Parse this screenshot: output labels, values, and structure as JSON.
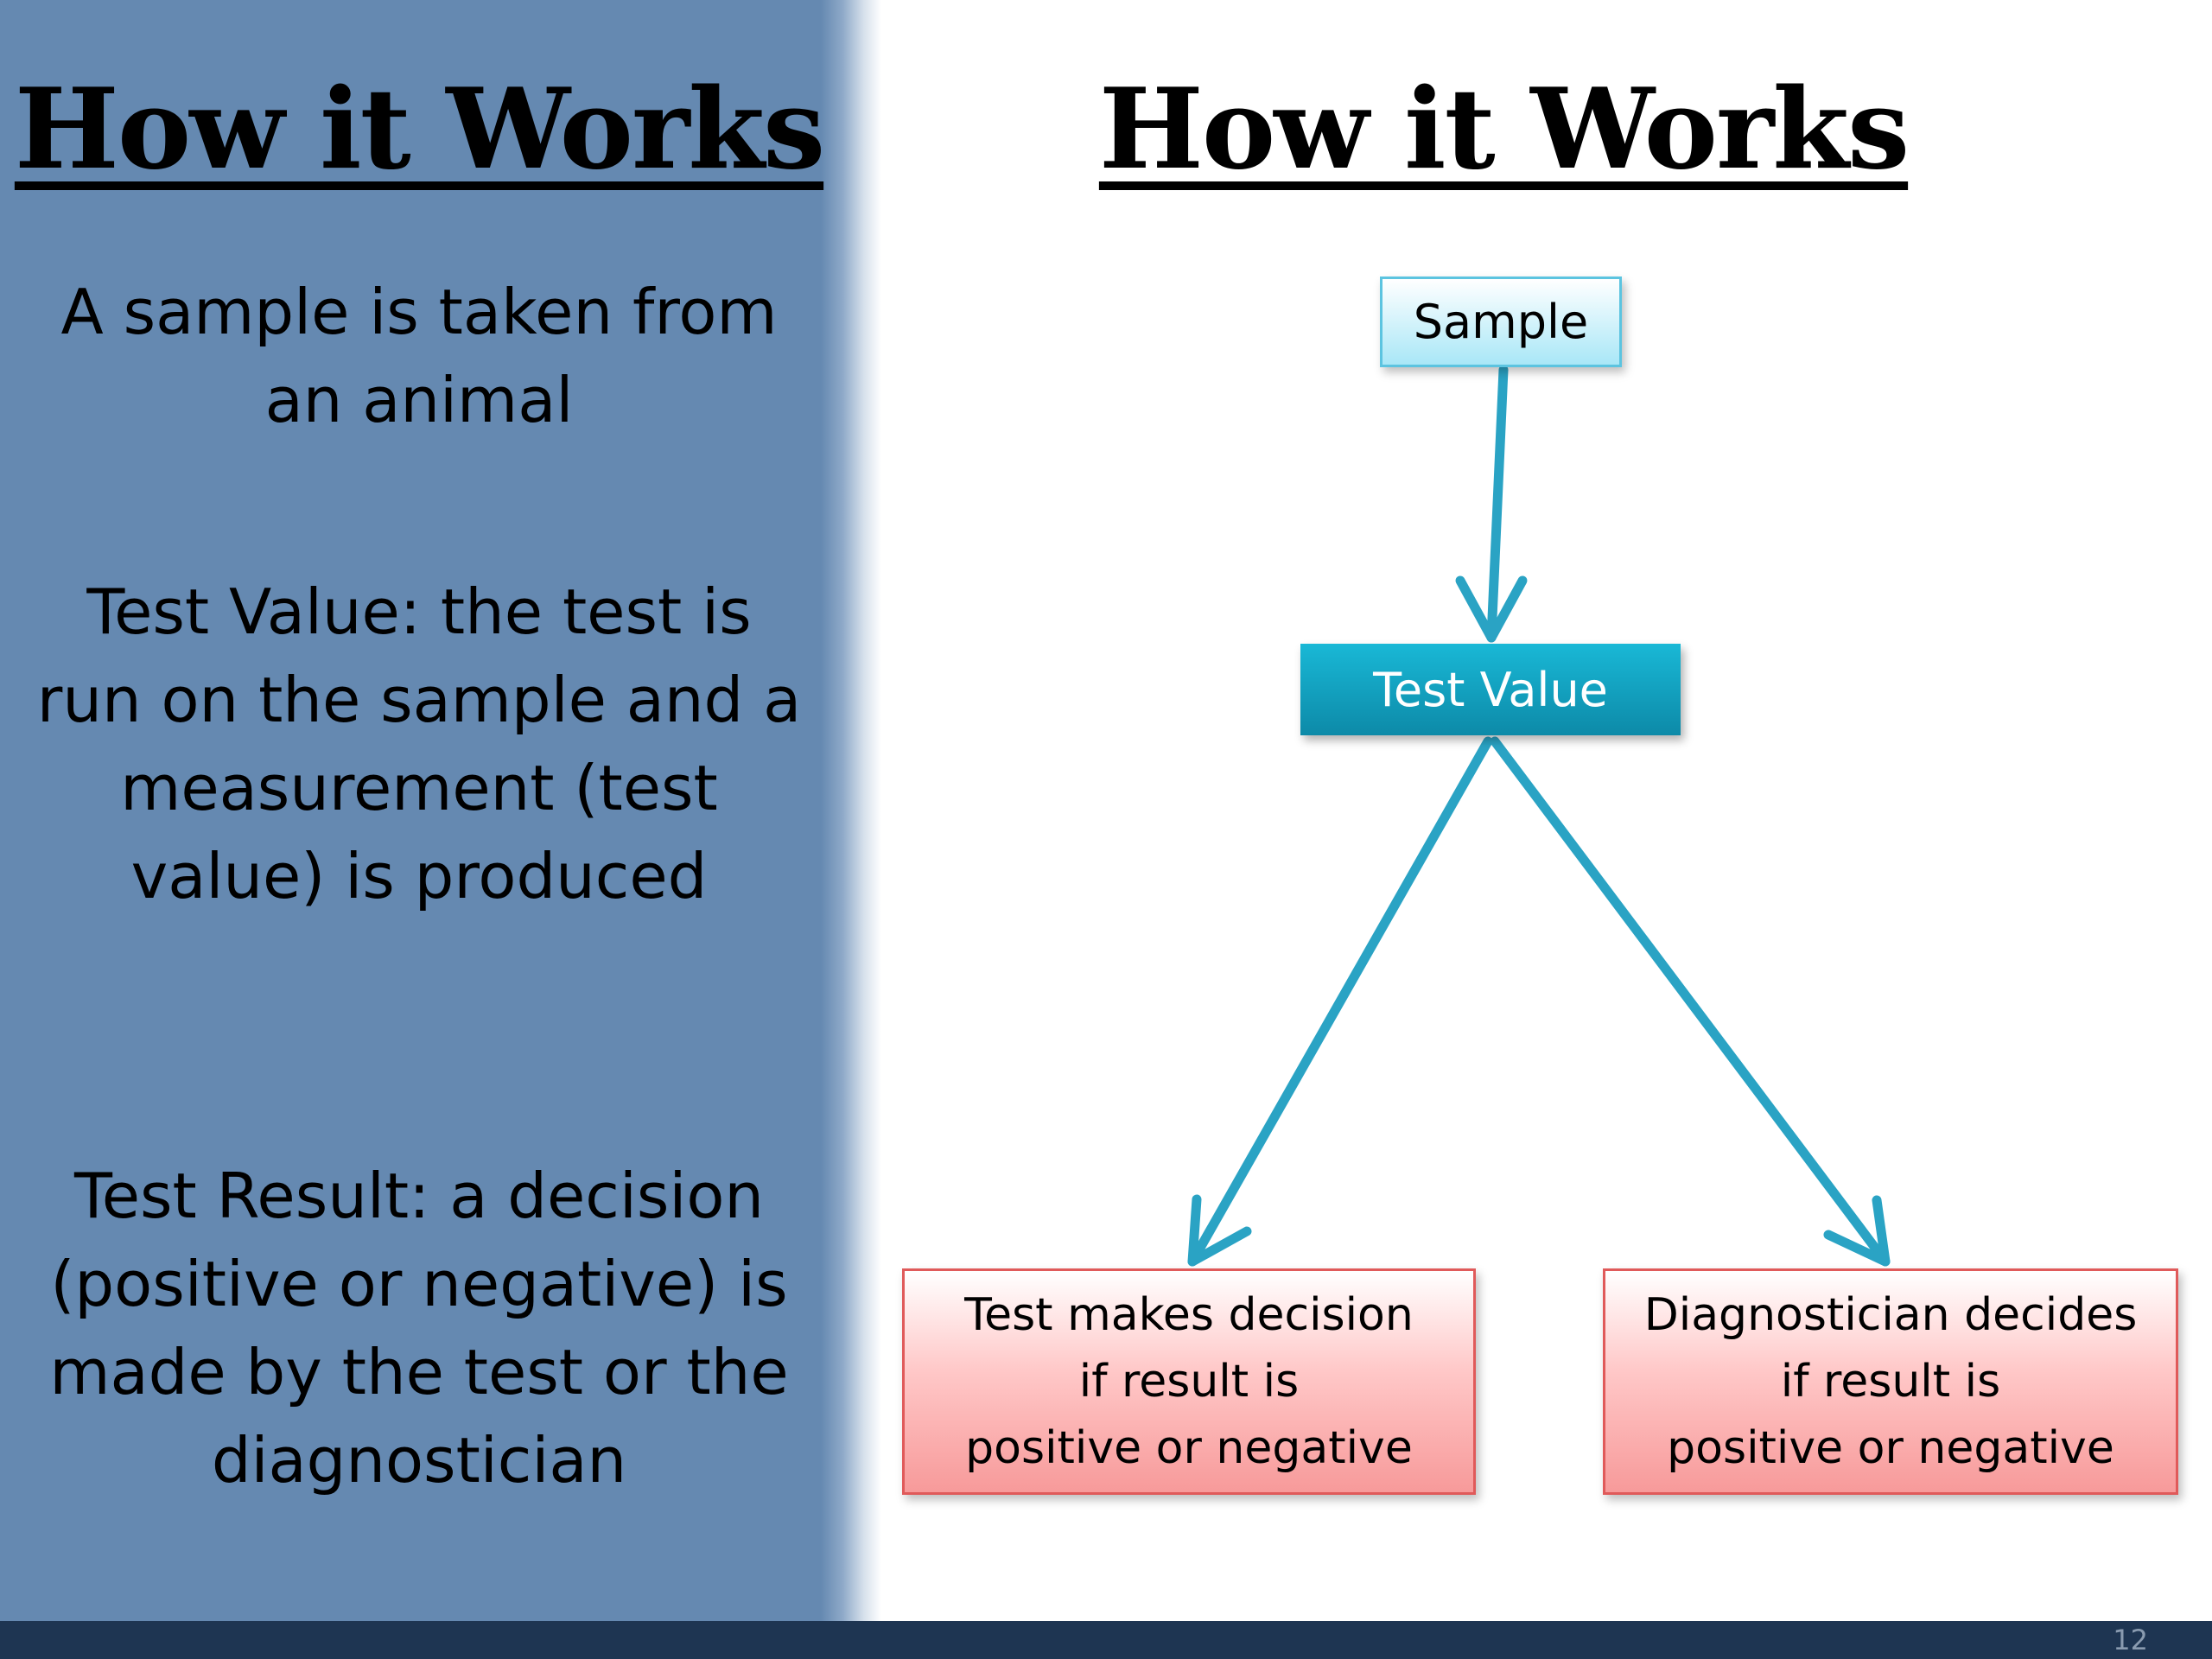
{
  "left": {
    "heading": "How it Works",
    "p1": "A sample is taken from an animal",
    "p2": "Test Value: the test is run on the sample and a measurement (test value) is produced",
    "p3": "Test Result: a decision (positive or negative) is made by the test or the diagnostician"
  },
  "right": {
    "heading": "How it Works",
    "nodes": {
      "sample": "Sample",
      "test_value": "Test Value",
      "test_decision": "Test makes decision\nif result is\npositive or negative",
      "diagnostician_decision": "Diagnostician decides\nif result is\npositive or negative"
    },
    "edges": [
      {
        "from": "sample",
        "to": "test_value"
      },
      {
        "from": "test_value",
        "to": "test_decision"
      },
      {
        "from": "test_value",
        "to": "diagnostician_decision"
      }
    ]
  },
  "footer": {
    "page_number": "12"
  },
  "colors": {
    "left_panel": "#6589b1",
    "arrow": "#2aa3c4",
    "test_value_box": "#12a3c2",
    "decision_border": "#e05a5a",
    "footer": "#1e3552"
  }
}
